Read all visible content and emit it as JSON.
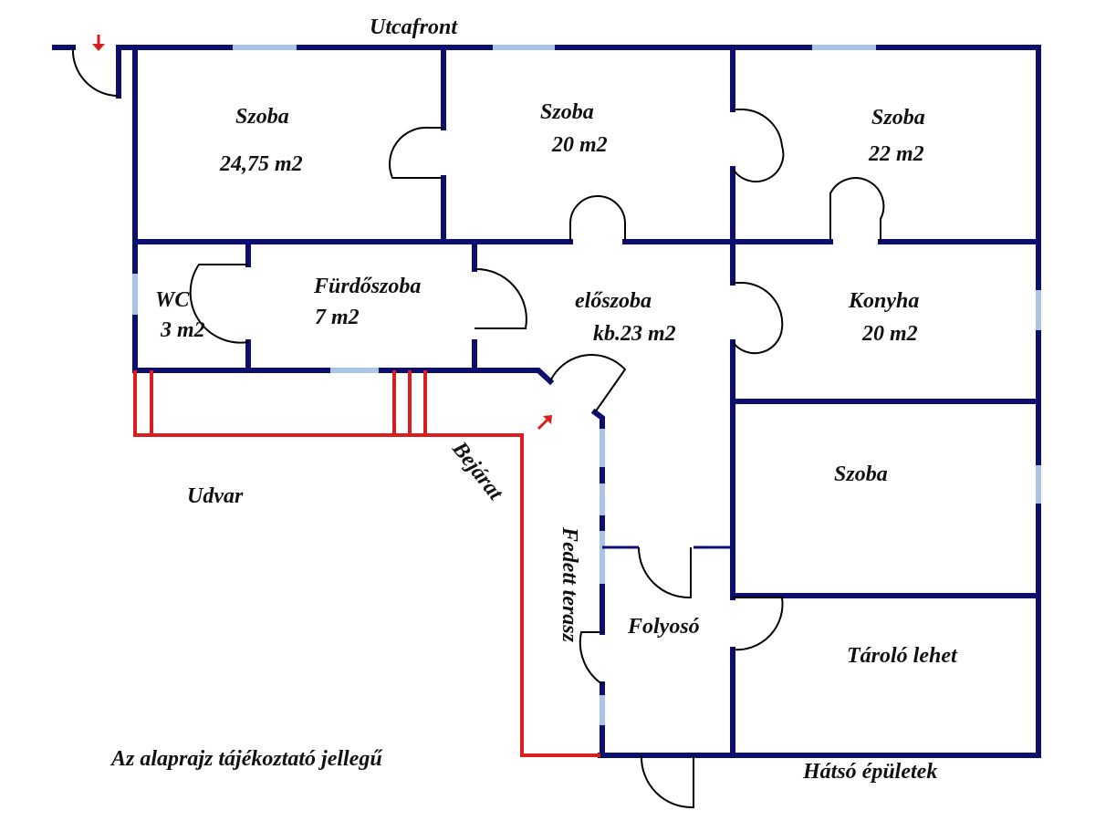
{
  "title": "Utcafront",
  "rooms": [
    {
      "name": "Szoba",
      "area": "24,75 m2"
    },
    {
      "name": "Szoba",
      "area": "20 m2"
    },
    {
      "name": "Szoba",
      "area": "22 m2"
    },
    {
      "name": "WC",
      "area": "3 m2"
    },
    {
      "name": "Fürdőszoba",
      "area": "7 m2"
    },
    {
      "name": "előszoba",
      "area": "kb.23 m2"
    },
    {
      "name": "Konyha",
      "area": "20 m2"
    },
    {
      "name": "Szoba"
    },
    {
      "name": "Folyosó"
    },
    {
      "name": "Tároló lehet"
    }
  ],
  "outside": {
    "entrance": "Bejárat",
    "yard": "Udvar",
    "terrace": "Fedett terasz",
    "back_buildings": "Hátsó épületek",
    "note": "Az alaprajz tájékoztató jellegű"
  },
  "colors": {
    "wall": "#0c0f6e",
    "window": "#a9c4e4",
    "terrace": "#d81e1e"
  }
}
